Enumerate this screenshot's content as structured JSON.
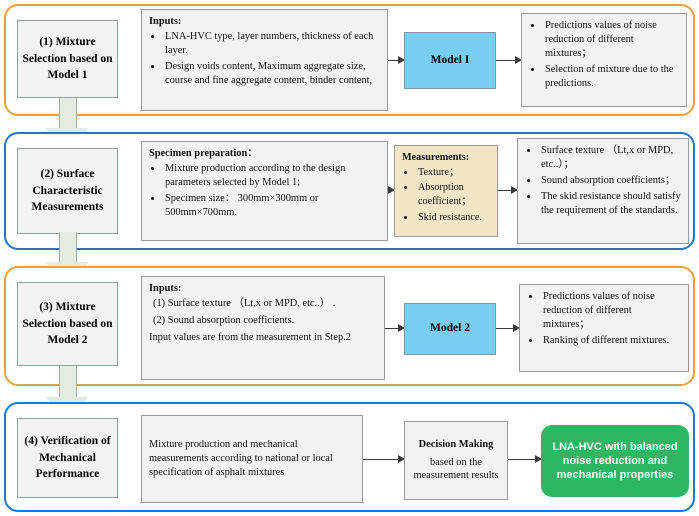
{
  "colors": {
    "section_orange": "#e8a33d",
    "section_blue": "#1f77d0",
    "model_blue": "#79cef0",
    "measurement_cream": "#f3e6c6",
    "result_green": "#2eb763",
    "box_gray": "#f2f2f2",
    "arrow_green": "#e4ece2"
  },
  "sections": [
    {
      "id": "section-1",
      "frame_color": "#e8a33d",
      "step": {
        "label": "(1) Mixture Selection based on Model 1"
      },
      "inputs": {
        "heading": "Inputs:",
        "bullets": [
          "LNA-HVC type, layer numbers, thickness of each layer.",
          "Design voids content, Maximum aggregate size, course and fine aggregate content, binder content,"
        ]
      },
      "model": {
        "label": "Model I"
      },
      "outputs": {
        "bullets": [
          "Predictions values of noise reduction of different mixtures；",
          "Selection of mixture due to the predictions."
        ]
      }
    },
    {
      "id": "section-2",
      "frame_color": "#1f77d0",
      "step": {
        "label": "(2) Surface Characteristic Measurements"
      },
      "specimen": {
        "heading": "Specimen preparation：",
        "bullets": [
          "Mixture production according to the design parameters selected by Model 1;",
          "Specimen size： 300mm×300mm or 500mm×700mm."
        ]
      },
      "measurements": {
        "heading": "Measurements:",
        "bullets": [
          "Texture；",
          "Absorption coefficient；",
          "Skid resistance."
        ]
      },
      "outputs": {
        "bullets": [
          "Surface texture （Lt,x or MPD, etc..）；",
          "Sound absorption coefficients；",
          "The skid resistance should satisfy the requirement of the standards."
        ]
      }
    },
    {
      "id": "section-3",
      "frame_color": "#e8a33d",
      "step": {
        "label": "(3) Mixture Selection based on Model 2"
      },
      "inputs": {
        "heading": "Inputs:",
        "numbered": [
          "(1) Surface texture （Lt,x or MPD, etc..） .",
          "(2) Sound absorption coefficients."
        ],
        "note": "Input values are from the measurement in Step.2"
      },
      "model": {
        "label": "Model 2"
      },
      "outputs": {
        "bullets": [
          "Predictions values of noise reduction of different mixtures；",
          "Ranking of different mixtures."
        ]
      }
    },
    {
      "id": "section-4",
      "frame_color": "#1f77d0",
      "step": {
        "label": "(4) Verification of Mechanical Performance"
      },
      "mixture": {
        "text": "Mixture production and mechanical measurements according to national or local specification of asphalt mixtures"
      },
      "decision": {
        "heading": "Decision Making",
        "body": "based on the measurement results"
      },
      "result": {
        "label": "LNA-HVC with balanced noise reduction and mechanical properties"
      }
    }
  ],
  "icons": {
    "down_arrow": "down-arrow-icon",
    "right_arrow": "right-arrow-icon"
  }
}
